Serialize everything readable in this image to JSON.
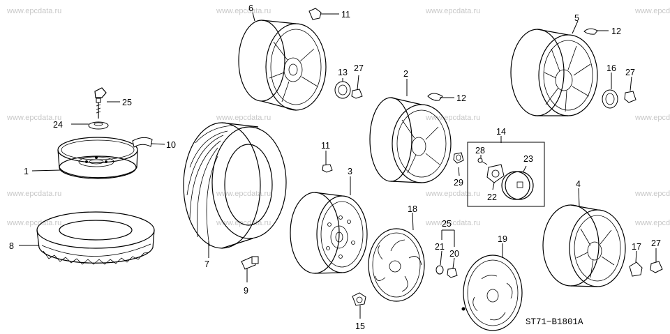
{
  "watermark": "www.epcdata.ru",
  "diagram_code": "ST71−B1801A",
  "callouts": {
    "c1": "1",
    "c2": "2",
    "c3": "3",
    "c4": "4",
    "c5": "5",
    "c6": "6",
    "c7": "7",
    "c8": "8",
    "c9": "9",
    "c10": "10",
    "c11a": "11",
    "c11b": "11",
    "c12a": "12",
    "c12b": "12",
    "c13": "13",
    "c14": "14",
    "c15": "15",
    "c16": "16",
    "c17": "17",
    "c18": "18",
    "c19": "19",
    "c20": "20",
    "c21": "21",
    "c22": "22",
    "c23": "23",
    "c24": "24",
    "c25a": "25",
    "c25b": "25",
    "c27a": "27",
    "c27b": "27",
    "c27c": "27",
    "c28": "28",
    "c29": "29"
  }
}
